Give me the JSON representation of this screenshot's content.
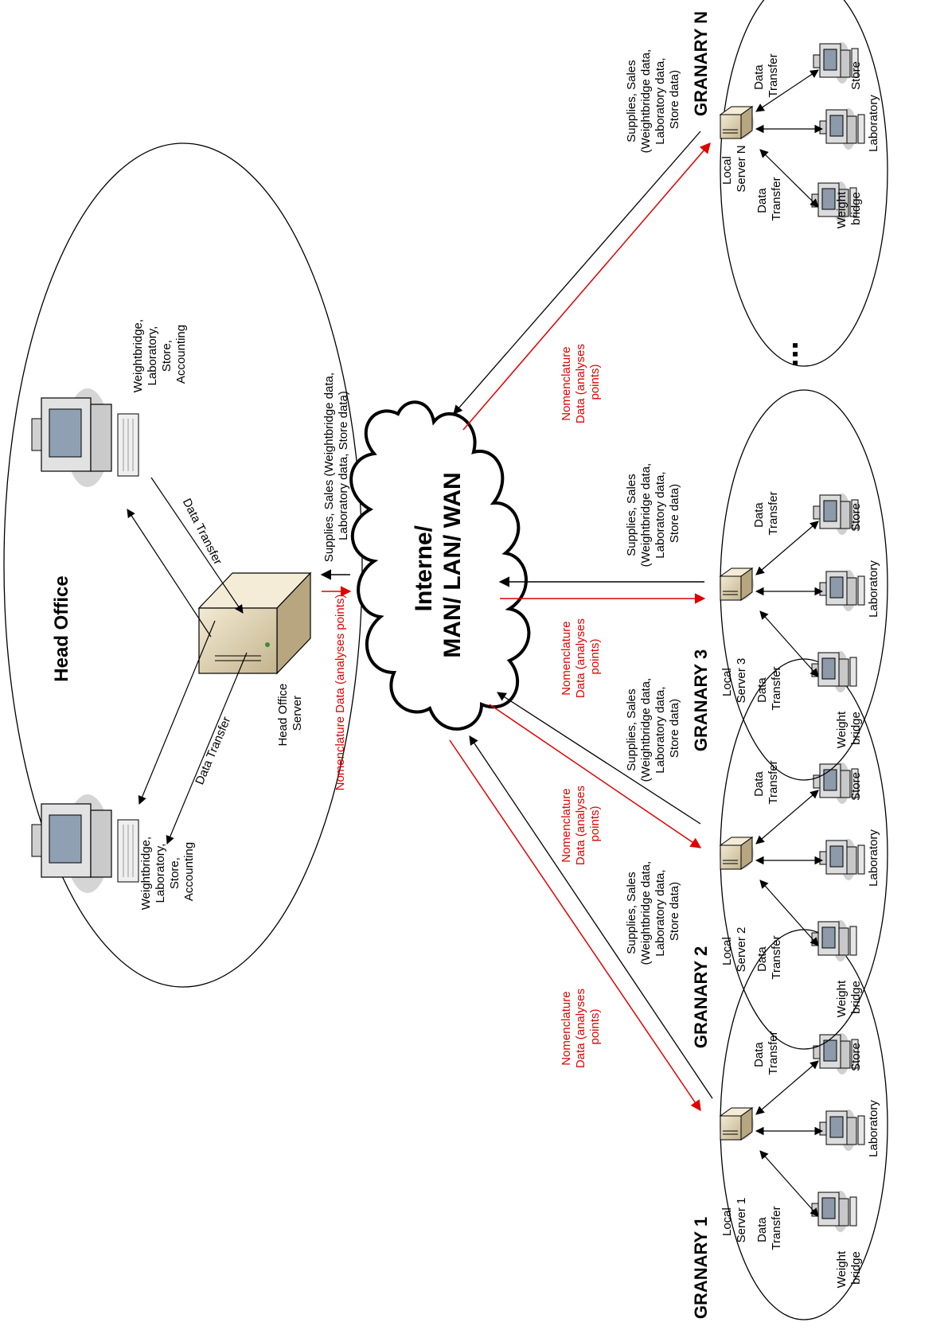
{
  "head_office": {
    "title": "Head Office",
    "server_label": [
      "Head Office",
      "Server"
    ],
    "workstation_label": [
      "Weightbridge,",
      "Laboratory,",
      "Store,",
      "Accounting"
    ],
    "data_transfer": "Data Transfer"
  },
  "network": {
    "label": [
      "Interne/",
      "MAN/ LAN/ WAN"
    ]
  },
  "flows": {
    "supplies_ho": [
      "Supplies, Sales (Weightbridge data,",
      "Laboratory data, Store data)"
    ],
    "nomenclature_ho": "Nomenclature Data (analyses points)",
    "supplies": [
      "Supplies, Sales",
      "(Weightbridge data,",
      "Laboratory data,",
      "Store data)"
    ],
    "nomenclature": [
      "Nomenclature",
      "Data (analyses",
      "points)"
    ]
  },
  "granary_common": {
    "data_transfer": [
      "Data",
      "Transfer"
    ],
    "weightbridge": [
      "Weight",
      "bridge"
    ],
    "laboratory": "Laboratory",
    "store": "Store",
    "local": "Local"
  },
  "granaries": [
    {
      "title": "GRANARY 1",
      "server": "Server 1"
    },
    {
      "title": "GRANARY 2",
      "server": "Server 2"
    },
    {
      "title": "GRANARY 3",
      "server": "Server 3"
    },
    {
      "title": "GRANARY N",
      "server": "Server N"
    }
  ],
  "ellipsis": "...",
  "colors": {
    "black_flow": "#000000",
    "red_flow": "#e00000"
  },
  "icons": [
    "server-icon",
    "workstation-icon",
    "cloud-icon"
  ]
}
